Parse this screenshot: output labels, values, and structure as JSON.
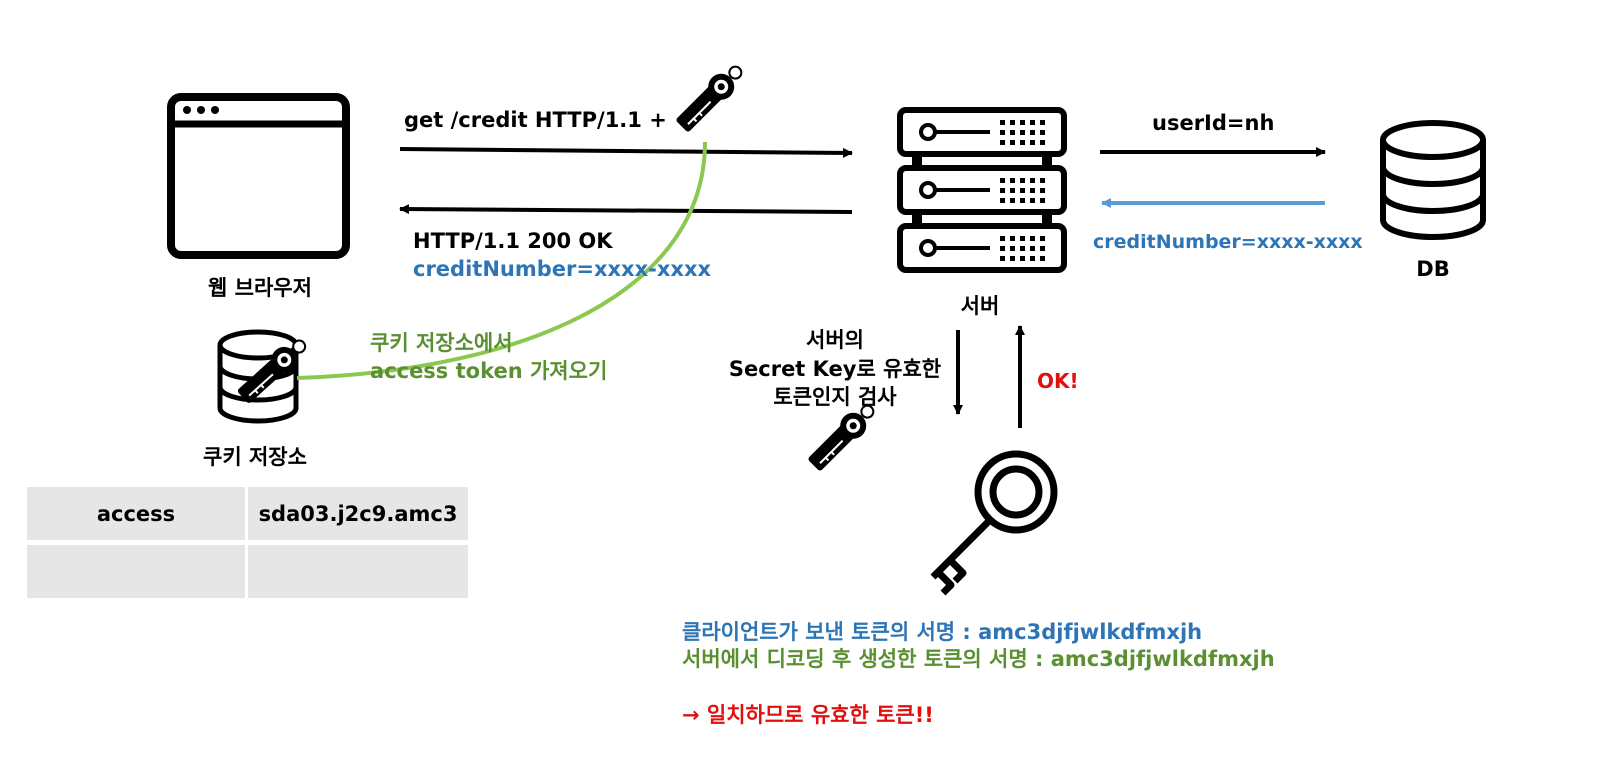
{
  "browser": {
    "label": "웹 브라우저"
  },
  "cookie_store": {
    "label": "쿠키 저장소"
  },
  "server": {
    "label": "서버"
  },
  "db": {
    "label": "DB"
  },
  "request": {
    "label": "get /credit HTTP/1.1 +"
  },
  "response": {
    "status": "HTTP/1.1 200 OK",
    "body": "creditNumber=xxxx-xxxx"
  },
  "db_query": {
    "label": "userId=nh"
  },
  "db_result": {
    "label": "creditNumber=xxxx-xxxx"
  },
  "cookie_fetch": {
    "line1": "쿠키 저장소에서",
    "line2": "access token 가져오기"
  },
  "verify": {
    "line1": "서버의",
    "line2": "Secret Key로 유효한",
    "line3": "토큰인지 검사"
  },
  "ok": {
    "label": "OK!"
  },
  "cookie_table": {
    "rows": [
      [
        "access",
        "sda03.j2c9.amc3"
      ],
      [
        "",
        ""
      ]
    ]
  },
  "signatures": {
    "client": "클라이언트가 보낸 토큰의 서명 : amc3djfjwlkdfmxjh",
    "server": "서버에서 디코딩 후 생성한 토큰의 서명 : amc3djfjwlkdfmxjh",
    "conclusion": "→ 일치하므로 유효한 토큰!!"
  },
  "colors": {
    "blue": "#2e75b6",
    "green": "#5a8f32",
    "curve_green": "#8cc850",
    "arrow_blue": "#5b9bd5",
    "red": "#e01010"
  },
  "icons": [
    "browser-window-icon",
    "server-rack-icon",
    "database-icon",
    "cookie-database-icon",
    "usb-key-icon",
    "key-icon"
  ]
}
